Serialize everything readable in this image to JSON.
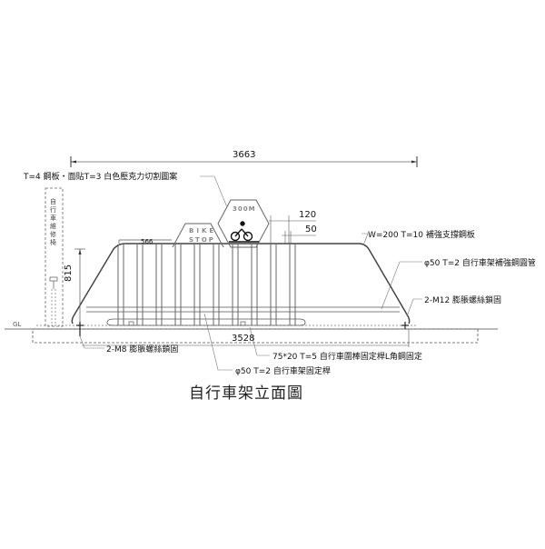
{
  "drawing": {
    "title": "自行車架立面圖",
    "dimensions": {
      "overall_length": "3663",
      "base_length": "3528",
      "height": "815",
      "bar_spacing": "566",
      "plate_offset": "120",
      "bar_gap": "50"
    },
    "signs": {
      "sign_left_line1": "BIKE",
      "sign_left_line2": "STOP",
      "sign_right": "300M",
      "sign_right_icon": "cyclist-icon"
    },
    "callouts": {
      "top_plate": "T=4 鋼板・面貼T=3 白色壓克力切割圖案",
      "support_plate": "W=200 T=10 補強支撐鋼板",
      "reinforce_pipe": "φ50 T=2 自行車架補強鋼圓管",
      "anchor_m12": "2-M12 膨脹螺絲鎖固",
      "anchor_m8": "2-M8 膨脹螺絲鎖固",
      "l_angle": "75*20 T=5 自行車圍棒固定桿L角鋼固定",
      "fix_bar": "φ50 T=2 自行車架固定桿"
    },
    "side_element": {
      "label": "自行車維修椅",
      "ground_label": "GL"
    }
  }
}
